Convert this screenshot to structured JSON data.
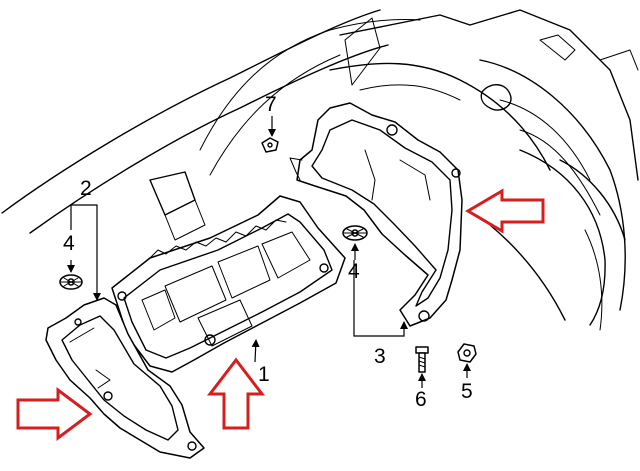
{
  "diagram": {
    "callouts": {
      "c1": "1",
      "c2": "2",
      "c3": "3",
      "c4_left": "4",
      "c4_right": "4",
      "c5": "5",
      "c6": "6",
      "c7": "7"
    },
    "arrow_color": "#d71e1e",
    "line_color": "#000000",
    "background": "#ffffff"
  }
}
